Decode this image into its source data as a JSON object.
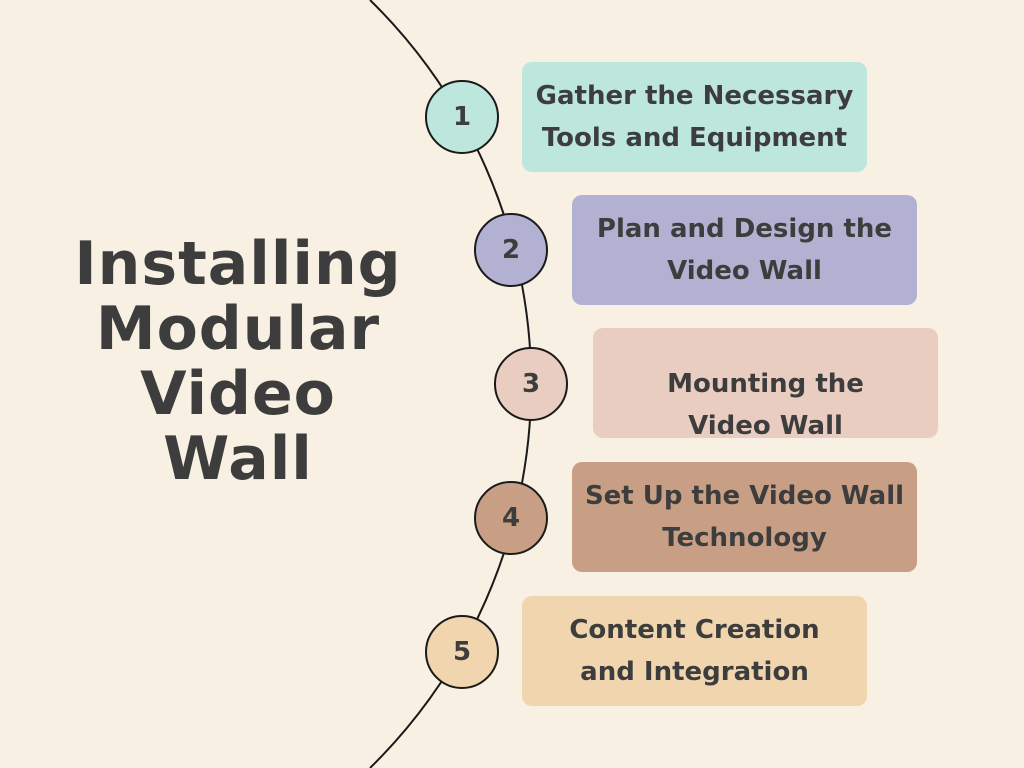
{
  "title_lines": [
    "Installing",
    "Modular",
    "Video",
    "Wall"
  ],
  "steps": [
    {
      "number": "1",
      "label": "Gather the Necessary Tools and Equipment",
      "color": "#bde6dc"
    },
    {
      "number": "2",
      "label": "Plan and Design the Video Wall",
      "color": "#b3b1d1"
    },
    {
      "number": "3",
      "label": "Mounting the Video Wall",
      "color": "#e9cdc0"
    },
    {
      "number": "4",
      "label": "Set Up the Video Wall Technology",
      "color": "#c89f85"
    },
    {
      "number": "5",
      "label": "Content Creation and Integration",
      "color": "#f0d5ae"
    }
  ]
}
